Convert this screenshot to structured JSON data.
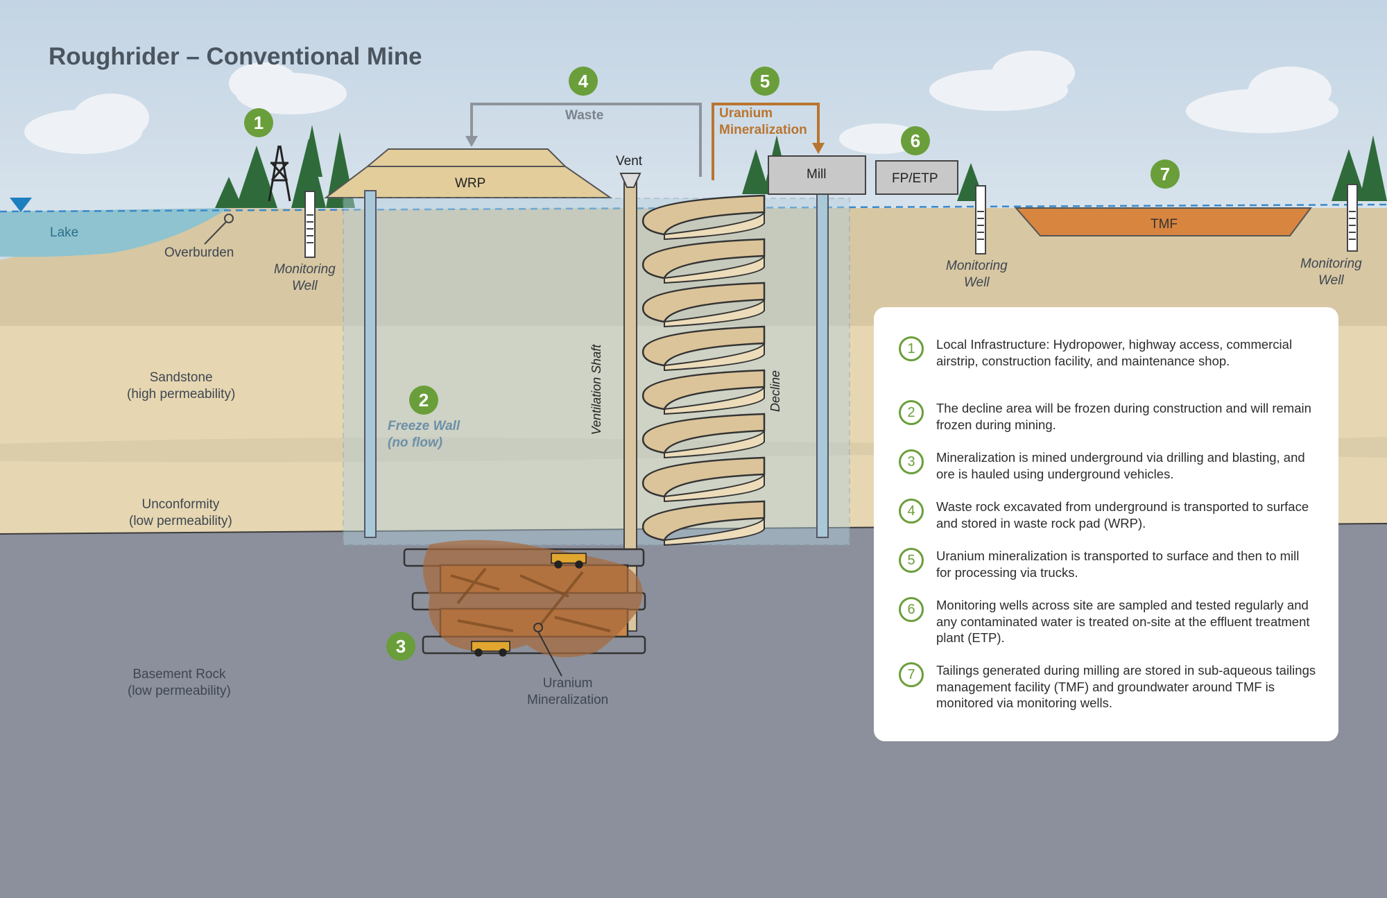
{
  "title": "Roughrider – Conventional Mine",
  "badges": [
    "1",
    "2",
    "3",
    "4",
    "5",
    "6",
    "7"
  ],
  "labels": {
    "lake": "Lake",
    "overburden": "Overburden",
    "monitoring_well": "Monitoring\nWell",
    "sandstone": "Sandstone\n(high permeability)",
    "unconformity": "Unconformity\n(low permeability)",
    "basement": "Basement Rock\n(low permeability)",
    "freeze_wall": "Freeze Wall\n(no flow)",
    "ventilation_shaft": "Ventilation Shaft",
    "decline": "Decline",
    "vent": "Vent",
    "wrp": "WRP",
    "waste": "Waste",
    "uranium_mineralization_arrow": "Uranium\nMineralization",
    "mill": "Mill",
    "fp_etp": "FP/ETP",
    "tmf": "TMF",
    "uranium_mineralization": "Uranium\nMineralization"
  },
  "legend": [
    {
      "num": "1",
      "text": "Local Infrastructure: Hydropower, highway access, commercial airstrip, construction facility, and maintenance shop."
    },
    {
      "num": "2",
      "text": "The decline area will be frozen during construction and will remain frozen during mining."
    },
    {
      "num": "3",
      "text": "Mineralization is mined underground via drilling and blasting, and ore is hauled using underground vehicles."
    },
    {
      "num": "4",
      "text": "Waste rock excavated from underground is transported to surface and stored in waste rock pad (WRP)."
    },
    {
      "num": "5",
      "text": "Uranium mineralization is transported to surface and then to mill for processing via trucks."
    },
    {
      "num": "6",
      "text": "Monitoring wells across site are sampled and tested regularly and any contaminated water is treated on-site at the effluent treatment plant (ETP)."
    },
    {
      "num": "7",
      "text": "Tailings generated during milling are stored in sub-aqueous tailings management facility (TMF) and groundwater around TMF is monitored via monitoring wells."
    }
  ],
  "colors": {
    "sky": "#cfdce8",
    "overburden": "#d7c7a3",
    "sandstone": "#e6d7b2",
    "basement": "#8c909c",
    "lake": "#8fc3cf",
    "water_line": "#3a89c9",
    "freeze_wall": "#a9c8d8",
    "accent_green": "#6a9e3a",
    "ore_orange": "#b9732a",
    "tmf": "#d8853f"
  }
}
